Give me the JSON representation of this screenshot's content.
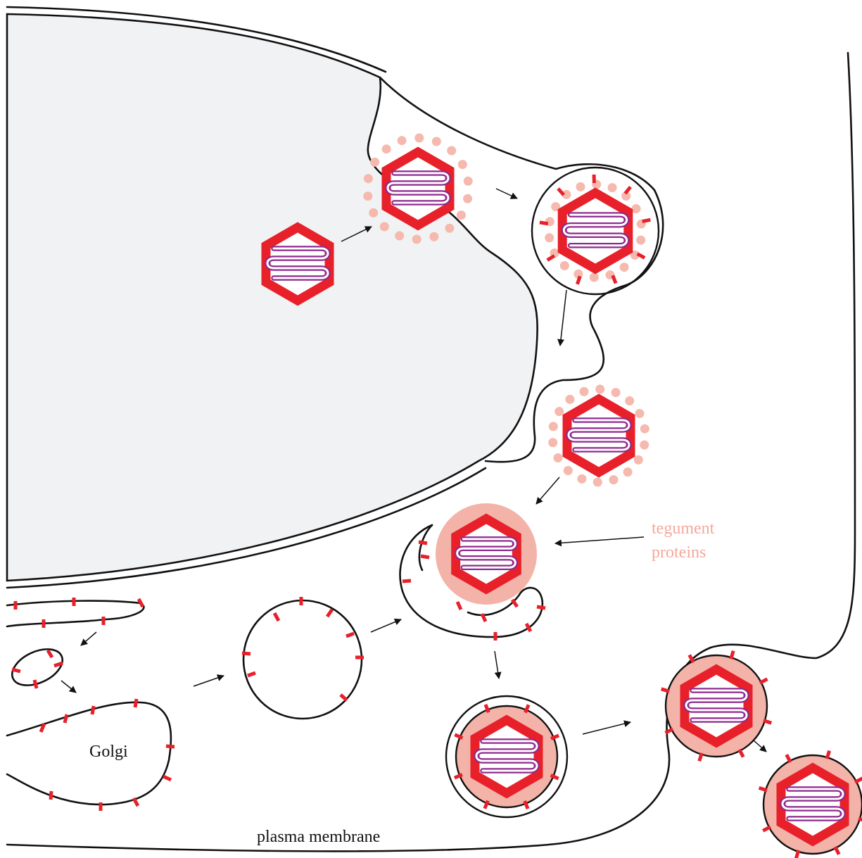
{
  "labels": {
    "tegument": [
      "tegument",
      "proteins"
    ],
    "golgi": "Golgi",
    "plasma_membrane": "plasma membrane"
  },
  "colors": {
    "capsid": "#e8202a",
    "spike": "#e8202a",
    "genome": "#8e2a8e",
    "tegument": "#f3b3a8",
    "tegument_dot": "#f5b9ae",
    "nucleus_fill": "#f1f2f4",
    "tegument_label": "#f4a89c",
    "membrane": "#111111"
  }
}
